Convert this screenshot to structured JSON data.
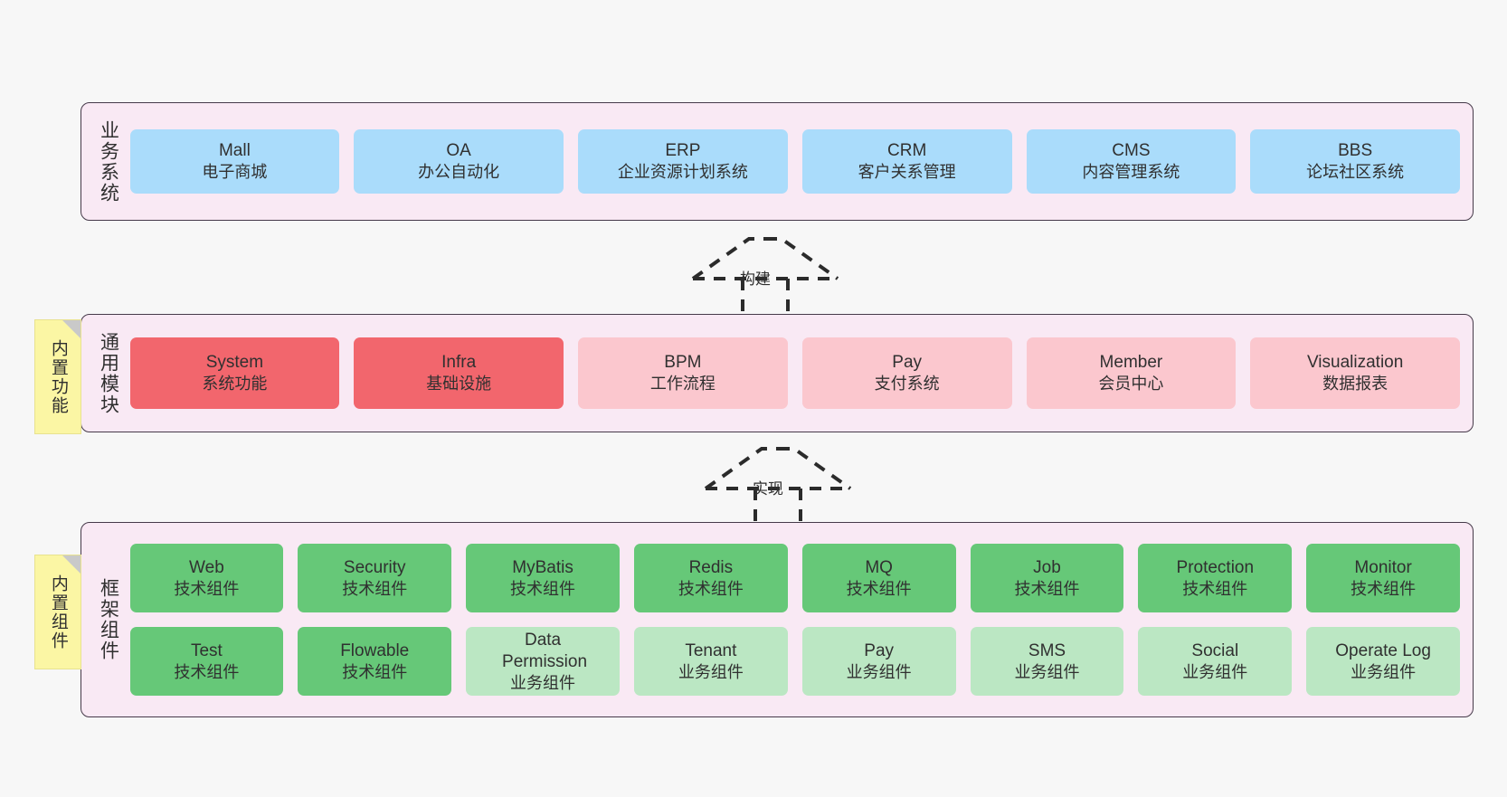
{
  "canvas": {
    "background": "#f7f7f7"
  },
  "palette": {
    "layer_fill": "#f9e9f4",
    "layer_border": "#463a4a",
    "business_box": "#aadcfb",
    "module_strong": "#f2666d",
    "module_soft": "#fbc7ce",
    "tech_component": "#66c878",
    "business_component": "#bbe7c3",
    "note_fill": "#fbf6a4",
    "note_fold": "#c9c9c9"
  },
  "layers": [
    {
      "id": "business-system",
      "label": "业务系统",
      "rows": [
        [
          {
            "name": "mall",
            "title": "Mall",
            "subtitle": "电子商城",
            "color": "#aadcfb"
          },
          {
            "name": "oa",
            "title": "OA",
            "subtitle": "办公自动化",
            "color": "#aadcfb"
          },
          {
            "name": "erp",
            "title": "ERP",
            "subtitle": "企业资源计划系统",
            "color": "#aadcfb"
          },
          {
            "name": "crm",
            "title": "CRM",
            "subtitle": "客户关系管理",
            "color": "#aadcfb"
          },
          {
            "name": "cms",
            "title": "CMS",
            "subtitle": "内容管理系统",
            "color": "#aadcfb"
          },
          {
            "name": "bbs",
            "title": "BBS",
            "subtitle": "论坛社区系统",
            "color": "#aadcfb"
          }
        ]
      ]
    },
    {
      "id": "common-module",
      "label": "通用模块",
      "rows": [
        [
          {
            "name": "system",
            "title": "System",
            "subtitle": "系统功能",
            "color": "#f2666d"
          },
          {
            "name": "infra",
            "title": "Infra",
            "subtitle": "基础设施",
            "color": "#f2666d"
          },
          {
            "name": "bpm",
            "title": "BPM",
            "subtitle": "工作流程",
            "color": "#fbc7ce"
          },
          {
            "name": "pay",
            "title": "Pay",
            "subtitle": "支付系统",
            "color": "#fbc7ce"
          },
          {
            "name": "member",
            "title": "Member",
            "subtitle": "会员中心",
            "color": "#fbc7ce"
          },
          {
            "name": "visualization",
            "title": "Visualization",
            "subtitle": "数据报表",
            "color": "#fbc7ce"
          }
        ]
      ]
    },
    {
      "id": "framework-component",
      "label": "框架组件",
      "rows": [
        [
          {
            "name": "web",
            "title": "Web",
            "subtitle": "技术组件",
            "color": "#66c878"
          },
          {
            "name": "security",
            "title": "Security",
            "subtitle": "技术组件",
            "color": "#66c878"
          },
          {
            "name": "mybatis",
            "title": "MyBatis",
            "subtitle": "技术组件",
            "color": "#66c878"
          },
          {
            "name": "redis",
            "title": "Redis",
            "subtitle": "技术组件",
            "color": "#66c878"
          },
          {
            "name": "mq",
            "title": "MQ",
            "subtitle": "技术组件",
            "color": "#66c878"
          },
          {
            "name": "job",
            "title": "Job",
            "subtitle": "技术组件",
            "color": "#66c878"
          },
          {
            "name": "protection",
            "title": "Protection",
            "subtitle": "技术组件",
            "color": "#66c878"
          },
          {
            "name": "monitor",
            "title": "Monitor",
            "subtitle": "技术组件",
            "color": "#66c878"
          }
        ],
        [
          {
            "name": "test",
            "title": "Test",
            "subtitle": "技术组件",
            "color": "#66c878"
          },
          {
            "name": "flowable",
            "title": "Flowable",
            "subtitle": "技术组件",
            "color": "#66c878"
          },
          {
            "name": "data-permission",
            "title": "Data Permission",
            "subtitle": "业务组件",
            "color": "#bbe7c3"
          },
          {
            "name": "tenant",
            "title": "Tenant",
            "subtitle": "业务组件",
            "color": "#bbe7c3"
          },
          {
            "name": "pay-component",
            "title": "Pay",
            "subtitle": "业务组件",
            "color": "#bbe7c3"
          },
          {
            "name": "sms",
            "title": "SMS",
            "subtitle": "业务组件",
            "color": "#bbe7c3"
          },
          {
            "name": "social",
            "title": "Social",
            "subtitle": "业务组件",
            "color": "#bbe7c3"
          },
          {
            "name": "operate-log",
            "title": "Operate Log",
            "subtitle": "业务组件",
            "color": "#bbe7c3"
          }
        ]
      ]
    }
  ],
  "notes": [
    {
      "id": "builtin-function",
      "text": "内置功能"
    },
    {
      "id": "builtin-component",
      "text": "内置组件"
    }
  ],
  "arrows": [
    {
      "id": "build",
      "label": "构建",
      "style": "dashed-generalization",
      "direction": "up"
    },
    {
      "id": "implement",
      "label": "实现",
      "style": "dashed-generalization",
      "direction": "up"
    }
  ]
}
